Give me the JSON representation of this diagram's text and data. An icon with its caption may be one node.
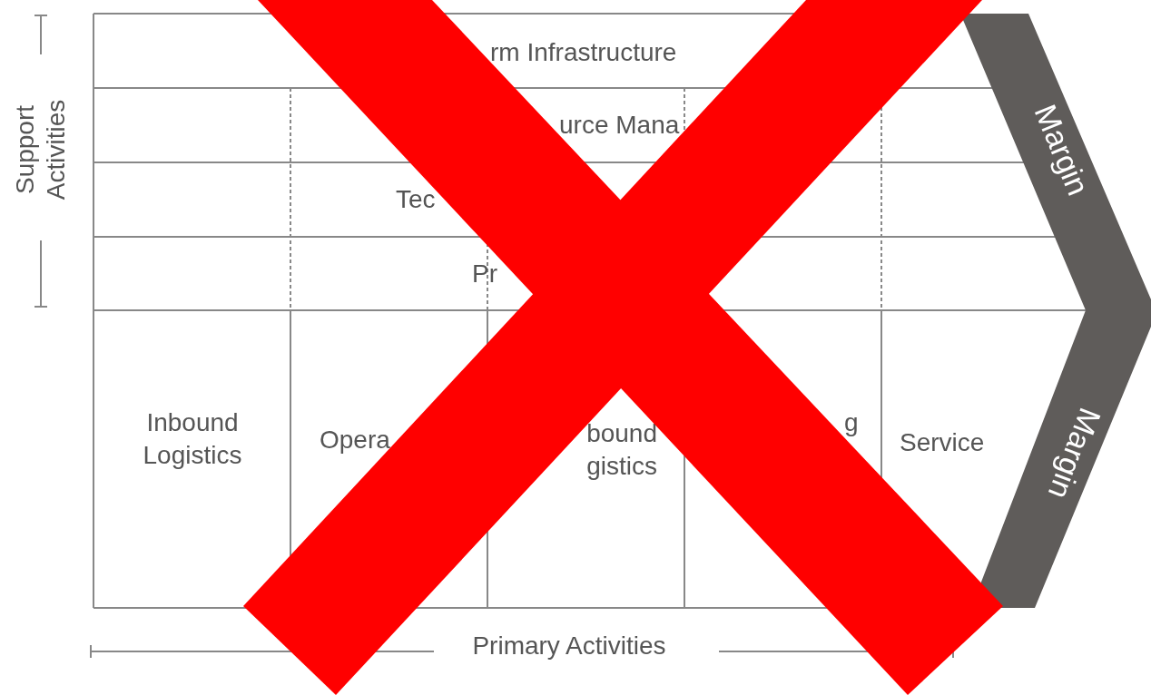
{
  "diagram": {
    "nodes": [
      {
        "text": [
          "rm Infrastructure"
        ]
      },
      {
        "text": [
          "urce Mana"
        ]
      },
      {
        "text": [
          "Tec"
        ]
      },
      {
        "text": [
          "Pr"
        ]
      },
      {
        "text": [
          "Inbound Logistics"
        ]
      },
      {
        "text": [
          "Opera"
        ]
      },
      {
        "text": [
          "bound gistics"
        ]
      },
      {
        "text": [
          "g"
        ]
      },
      {
        "text": [
          "Service"
        ]
      },
      {
        "text": [
          "Margin",
          "Margin"
        ]
      }
    ],
    "edges": [],
    "labels": [
      "Support Activities",
      "Primary Activities"
    ]
  }
}
